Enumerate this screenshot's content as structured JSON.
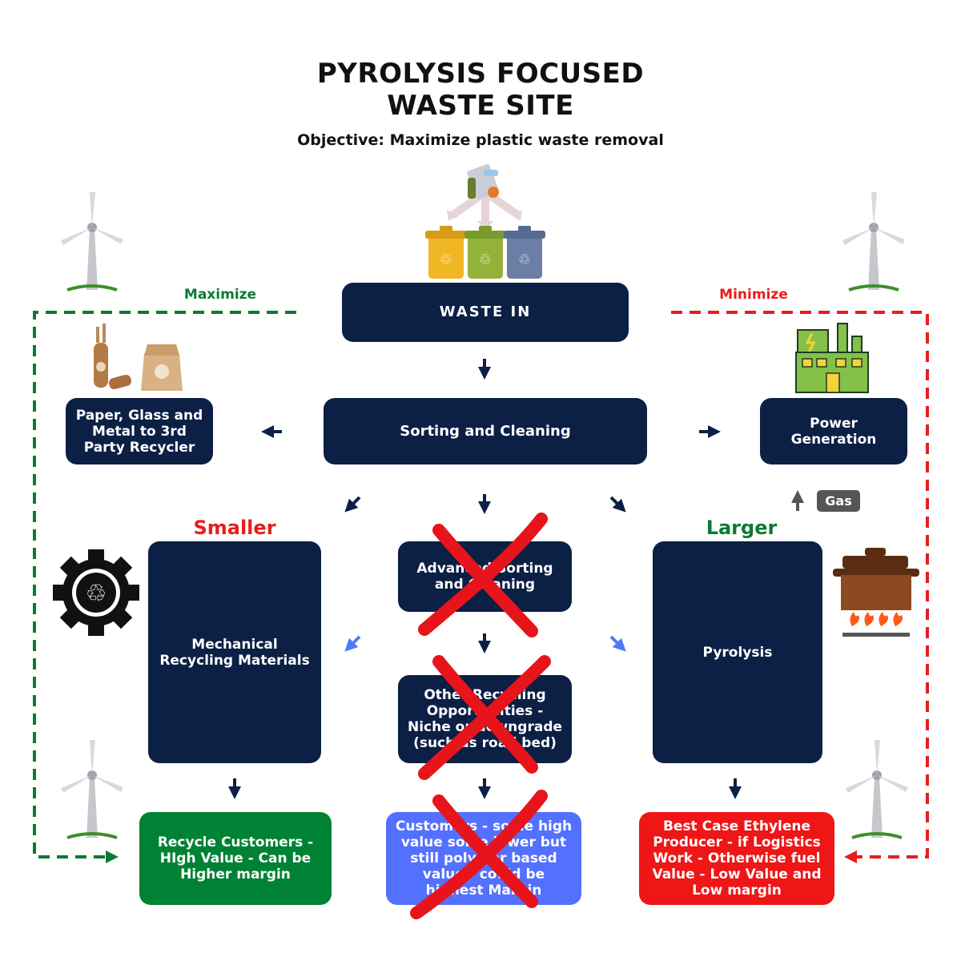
{
  "header": {
    "title_line1": "PYROLYSIS FOCUSED",
    "title_line2": "WASTE SITE",
    "subtitle": "Objective: Maximize plastic waste removal"
  },
  "loops": {
    "maximize_label": "Maximize",
    "minimize_label": "Minimize",
    "maximize_color": "#0b7a34",
    "minimize_color": "#e81d1d"
  },
  "nodes": {
    "waste_in": "WASTE IN",
    "sorting": "Sorting and Cleaning",
    "third_party": [
      "Paper, Glass and",
      "Metal  to 3rd",
      "Party Recycler"
    ],
    "power": [
      "Power",
      "Generation"
    ],
    "gas": "Gas",
    "smaller": "Smaller",
    "larger": "Larger",
    "mechanical": [
      "Mechanical",
      "Recycling Materials"
    ],
    "advanced": [
      "Advanced Sorting",
      "and Cleaning"
    ],
    "other": [
      "Other Recycling",
      "Opportunities -",
      "Niche or downgrade",
      "(such as road bed)"
    ],
    "pyrolysis": "Pyrolysis",
    "recycle_customers": [
      "Recycle Customers -",
      "HIgh Value - Can be",
      "Higher margin"
    ],
    "customers_mid": [
      "Customers - some high",
      "value some lower but",
      "still polymer based",
      "value - could be",
      "highest Margin"
    ],
    "ethylene": [
      "Best Case Ethylene",
      "Producer - if Logistics",
      "Work - Otherwise fuel",
      "Value - Low Value and",
      "Low margin"
    ]
  },
  "colors": {
    "navy": "#0c1f45",
    "green": "#008234",
    "blue": "#5470ff",
    "red": "#ee1616",
    "cross": "#e8141b",
    "light_arrow": "#4d7cf5"
  },
  "icons": [
    "waste-bins-icon",
    "wind-turbine-icon",
    "recycled-bags-icon",
    "factory-icon",
    "recycle-gear-icon",
    "cooking-pot-fire-icon",
    "red-cross-icon"
  ]
}
